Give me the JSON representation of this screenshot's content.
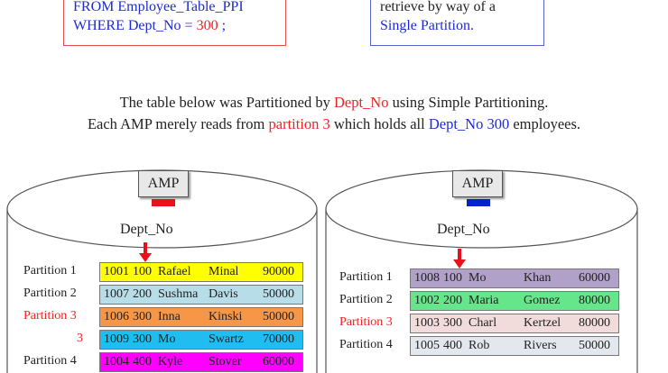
{
  "sql_box": {
    "line1": "FROM Employee_Table_PPI",
    "line2_prefix": "WHERE Dept_No = ",
    "line2_value": "300",
    "line2_suffix": " ;"
  },
  "note_box": {
    "line1": "retrieve by way of a",
    "line2": "Single Partition."
  },
  "caption": {
    "line1_a": "The table below was Partitioned by ",
    "line1_b": "Dept_No",
    "line1_c": " using Simple Partitioning.",
    "line2_a": "Each AMP merely reads from ",
    "line2_b": "partition 3",
    "line2_c": " which holds all ",
    "line2_d": "Dept_No 300",
    "line2_e": " employees."
  },
  "amps": [
    {
      "label": "AMP",
      "color": "#e8111b",
      "column": "Dept_No",
      "partitions": [
        {
          "label": "Partition 1",
          "highlight": false,
          "row": [
            "1001",
            "100",
            "Rafael",
            "Minal",
            "90000"
          ],
          "color": "#ffff00"
        },
        {
          "label": "Partition 2",
          "highlight": false,
          "row": [
            "1007",
            "200",
            "Sushma",
            "Davis",
            "50000"
          ],
          "color": "#b7dde8"
        },
        {
          "label": "Partition 3",
          "highlight": true,
          "row": [
            "1006",
            "300",
            "Inna",
            "Kinski",
            "50000"
          ],
          "color": "#f79646"
        },
        {
          "label": "3",
          "highlight": true,
          "row": [
            "1009",
            "300",
            "Mo",
            "Swartz",
            "70000"
          ],
          "color": "#1fbdf0"
        },
        {
          "label": "Partition 4",
          "highlight": false,
          "row": [
            "1004",
            "400",
            "Kyle",
            "Stover",
            "60000"
          ],
          "color": "#ff00ff"
        }
      ]
    },
    {
      "label": "AMP",
      "color": "#0022cc",
      "column": "Dept_No",
      "partitions": [
        {
          "label": "Partition 1",
          "highlight": false,
          "row": [
            "1008",
            "100",
            "Mo",
            "Khan",
            "60000"
          ],
          "color": "#b1a0c7"
        },
        {
          "label": "Partition 2",
          "highlight": false,
          "row": [
            "1002",
            "200",
            "Maria",
            "Gomez",
            "80000"
          ],
          "color": "#66e68a"
        },
        {
          "label": "Partition 3",
          "highlight": true,
          "row": [
            "1003",
            "300",
            "Charl",
            "Kertzel",
            "80000"
          ],
          "color": "#f2dcdb"
        },
        {
          "label": "Partition 4",
          "highlight": false,
          "row": [
            "1005",
            "400",
            "Rob",
            "Rivers",
            "50000"
          ],
          "color": "#e3e8ee"
        }
      ]
    }
  ]
}
